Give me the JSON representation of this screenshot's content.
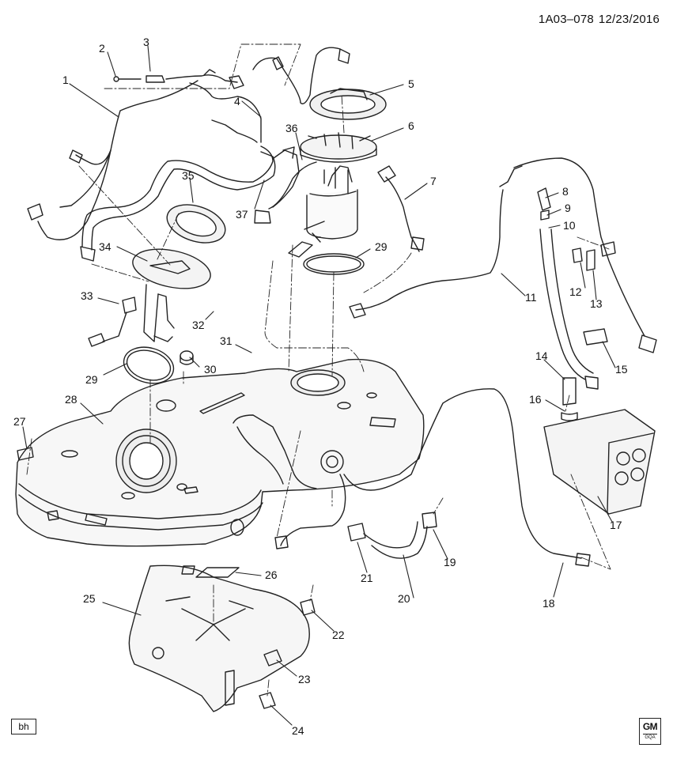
{
  "header": {
    "code": "1A03–078",
    "date": "12/23/2016"
  },
  "footer": {
    "box_label": "bh",
    "logo_text": "GM",
    "logo_subtext": "GQA"
  },
  "callouts": [
    "1",
    "2",
    "3",
    "4",
    "5",
    "6",
    "7",
    "8",
    "9",
    "10",
    "11",
    "12",
    "13",
    "14",
    "15",
    "16",
    "17",
    "18",
    "19",
    "20",
    "21",
    "22",
    "23",
    "24",
    "25",
    "26",
    "27",
    "28",
    "29",
    "29",
    "30",
    "31",
    "32",
    "33",
    "34",
    "35",
    "36",
    "37"
  ]
}
